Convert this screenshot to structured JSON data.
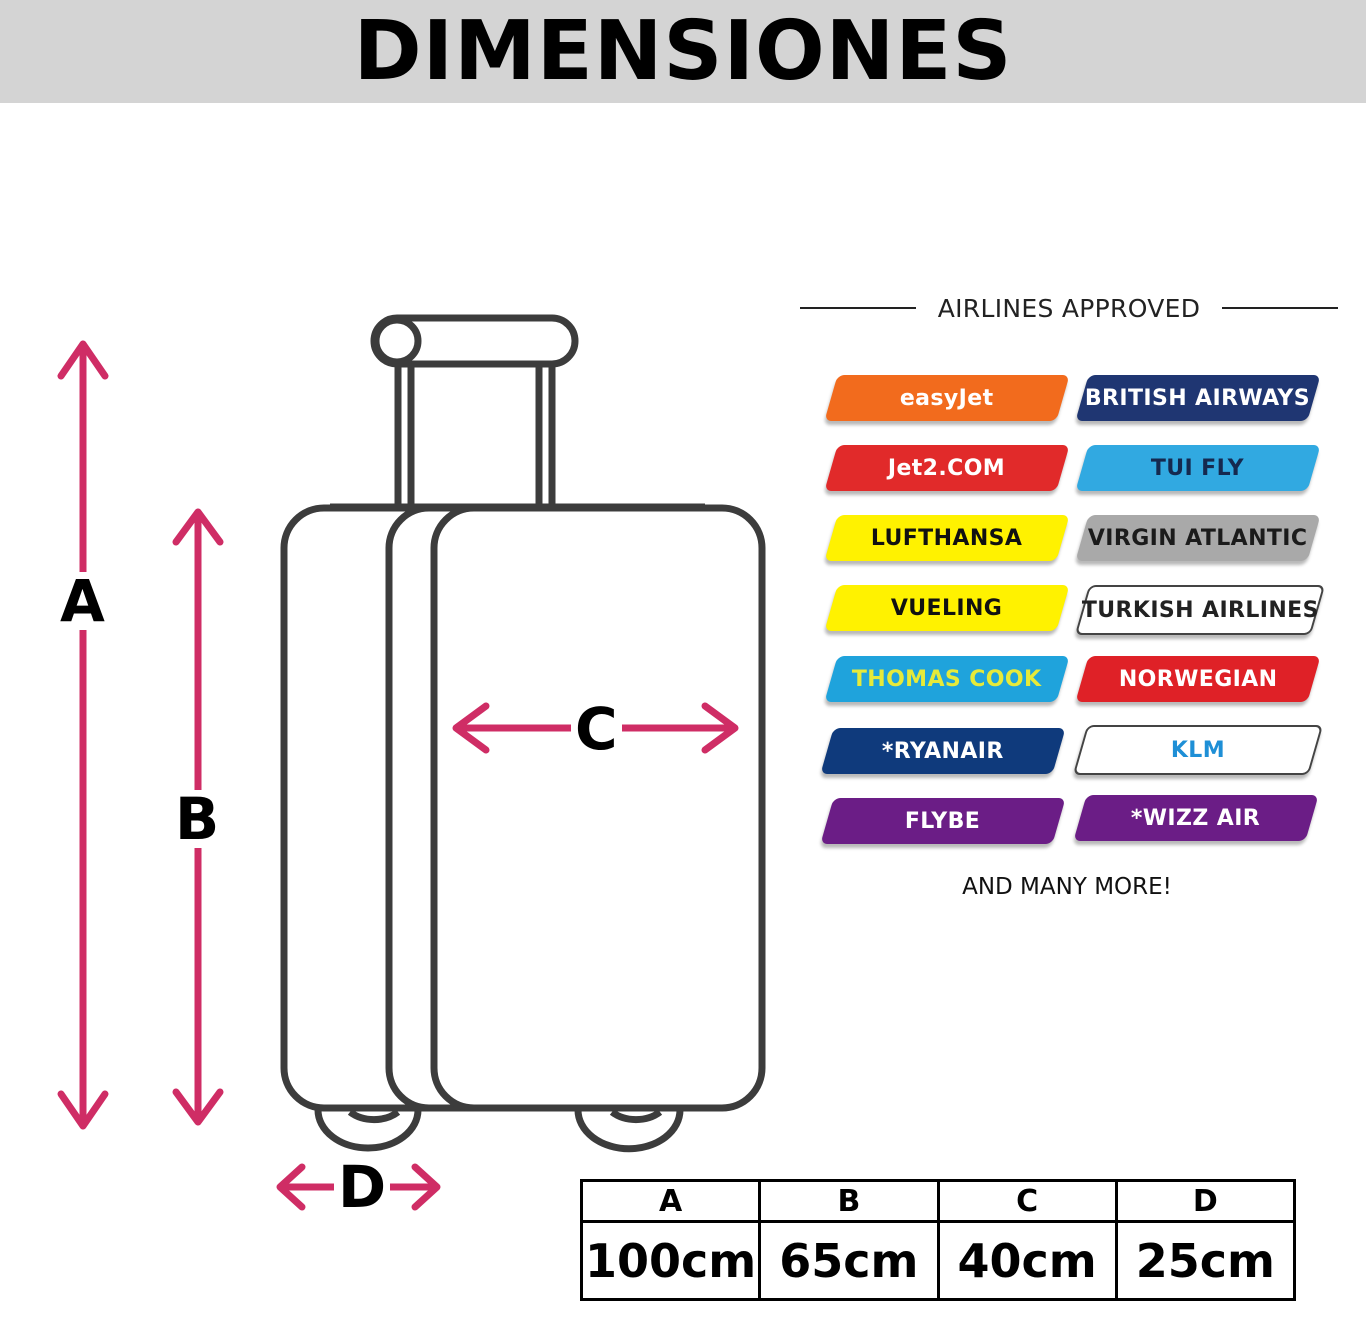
{
  "title": "DIMENSIONES",
  "dimension_labels": {
    "a": "A",
    "b": "B",
    "c": "C",
    "d": "D"
  },
  "airlines": {
    "heading": "AIRLINES APPROVED",
    "footer": "AND MANY MORE!",
    "items": [
      {
        "name": "easyJet",
        "bg": "#f26b1d",
        "fg": "#ffffff"
      },
      {
        "name": "BRITISH AIRWAYS",
        "bg": "#1f3672",
        "fg": "#ffffff"
      },
      {
        "name": "Jet2.COM",
        "bg": "#e12a2a",
        "fg": "#ffffff"
      },
      {
        "name": "TUI FLY",
        "bg": "#31a9e1",
        "fg": "#15294f"
      },
      {
        "name": "LUFTHANSA",
        "bg": "#fff200",
        "fg": "#111111"
      },
      {
        "name": "VIRGIN ATLANTIC",
        "bg": "#a9a9a9",
        "fg": "#1b1b1b"
      },
      {
        "name": "VUELING",
        "bg": "#fff200",
        "fg": "#111111"
      },
      {
        "name": "TURKISH AIRLINES",
        "bg": "#ffffff",
        "fg": "#222222"
      },
      {
        "name": "THOMAS COOK",
        "bg": "#1fa3dc",
        "fg": "#e6ea3a"
      },
      {
        "name": "NORWEGIAN",
        "bg": "#df2127",
        "fg": "#ffffff"
      },
      {
        "name": "*RYANAIR",
        "bg": "#0f3a7c",
        "fg": "#ffffff"
      },
      {
        "name": "KLM",
        "bg": "#ffffff",
        "fg": "#1e8fd6"
      },
      {
        "name": "FLYBE",
        "bg": "#6b1d86",
        "fg": "#ffffff"
      },
      {
        "name": "*WIZZ AIR",
        "bg": "#6b1d86",
        "fg": "#ffffff"
      }
    ]
  },
  "table": {
    "headers": [
      "A",
      "B",
      "C",
      "D"
    ],
    "values": [
      "100cm",
      "65cm",
      "40cm",
      "25cm"
    ]
  },
  "colors": {
    "arrow": "#cf2d65",
    "outline": "#3c3c3c",
    "header_bg": "#d4d4d4"
  }
}
